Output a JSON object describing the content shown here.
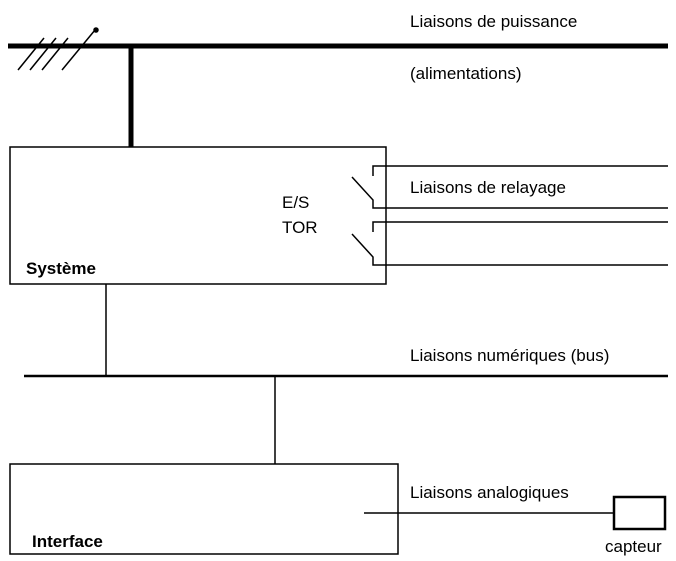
{
  "power": {
    "line1": "Liaisons de puissance",
    "line2": "(alimentations)"
  },
  "system": {
    "label": "Système",
    "io_line1": "E/S",
    "io_line2": "TOR"
  },
  "relay": {
    "label": "Liaisons de relayage"
  },
  "digital": {
    "label": "Liaisons numériques (bus)"
  },
  "interface": {
    "label": "Interface"
  },
  "analog": {
    "label": "Liaisons analogiques"
  },
  "sensor": {
    "label": "capteur"
  },
  "colors": {
    "stroke": "#000000",
    "background": "#ffffff"
  }
}
